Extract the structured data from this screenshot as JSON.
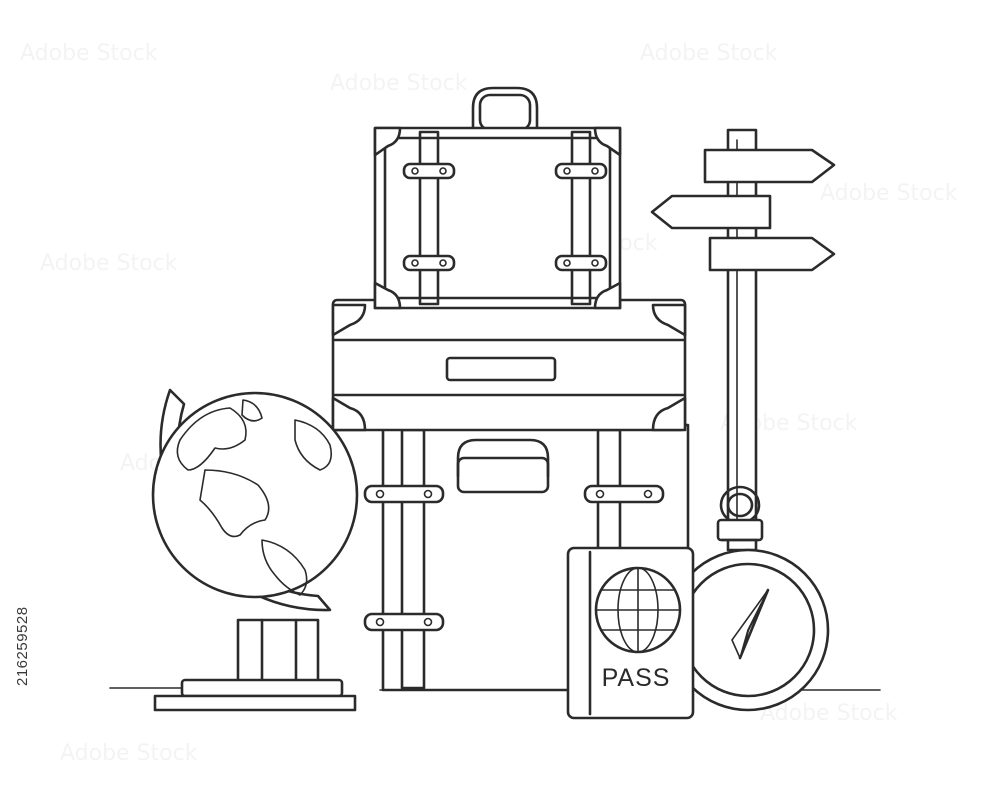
{
  "stock_id": "216259528",
  "passport_label": "PASS",
  "watermark_text": "Adobe Stock",
  "colors": {
    "ink": "#2b2b2b",
    "background": "#ffffff"
  }
}
